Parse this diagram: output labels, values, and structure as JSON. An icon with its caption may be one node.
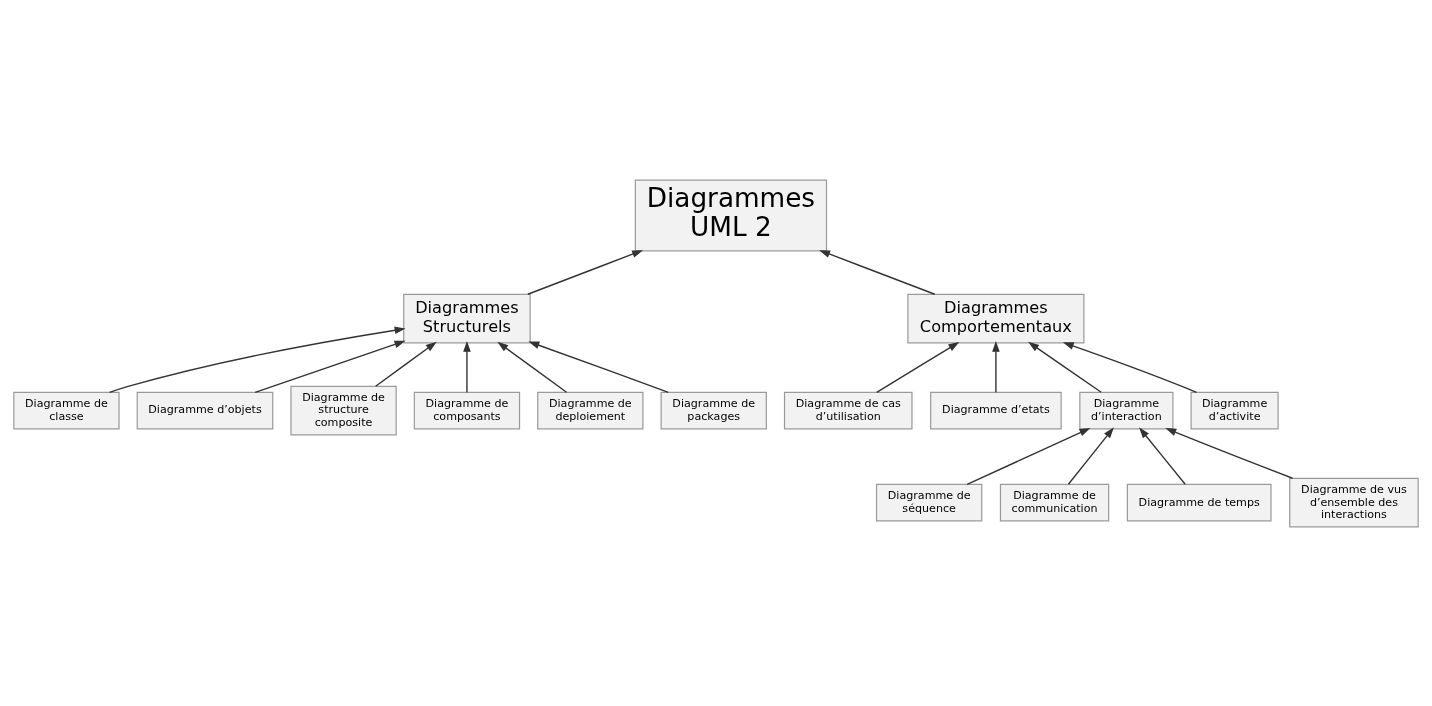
{
  "diagram": {
    "nodes": [
      {
        "text": [
          "Diagrammes UML 2"
        ]
      },
      {
        "text": [
          "Diagrammes Structurels"
        ]
      },
      {
        "text": [
          "Diagrammes Comportementaux"
        ]
      },
      {
        "text": [
          "Diagramme de classe"
        ]
      },
      {
        "text": [
          "Diagramme d’objets"
        ]
      },
      {
        "text": [
          "Diagramme de structure composite"
        ]
      },
      {
        "text": [
          "Diagramme de composants"
        ]
      },
      {
        "text": [
          "Diagramme de deploiement"
        ]
      },
      {
        "text": [
          "Diagramme de packages"
        ]
      },
      {
        "text": [
          "Diagramme de cas d’utilisation"
        ]
      },
      {
        "text": [
          "Diagramme d’etats"
        ]
      },
      {
        "text": [
          "Diagramme d’interaction"
        ]
      },
      {
        "text": [
          "Diagramme d’activite"
        ]
      },
      {
        "text": [
          "Diagramme de séquence"
        ]
      },
      {
        "text": [
          "Diagramme de communication"
        ]
      },
      {
        "text": [
          "Diagramme de temps"
        ]
      },
      {
        "text": [
          "Diagramme de vus d’ensemble des interactions"
        ]
      }
    ],
    "edges": [
      {
        "from": 1,
        "to": 0,
        "arrow": "to"
      },
      {
        "from": 2,
        "to": 0,
        "arrow": "to"
      },
      {
        "from": 3,
        "to": 1,
        "arrow": "to"
      },
      {
        "from": 4,
        "to": 1,
        "arrow": "to"
      },
      {
        "from": 5,
        "to": 1,
        "arrow": "to"
      },
      {
        "from": 6,
        "to": 1,
        "arrow": "to"
      },
      {
        "from": 7,
        "to": 1,
        "arrow": "to"
      },
      {
        "from": 8,
        "to": 1,
        "arrow": "to"
      },
      {
        "from": 9,
        "to": 2,
        "arrow": "to"
      },
      {
        "from": 10,
        "to": 2,
        "arrow": "to"
      },
      {
        "from": 11,
        "to": 2,
        "arrow": "to"
      },
      {
        "from": 12,
        "to": 2,
        "arrow": "to"
      },
      {
        "from": 13,
        "to": 11,
        "arrow": "to"
      },
      {
        "from": 14,
        "to": 11,
        "arrow": "to"
      },
      {
        "from": 15,
        "to": 11,
        "arrow": "to"
      },
      {
        "from": 16,
        "to": 11,
        "arrow": "to"
      }
    ]
  }
}
